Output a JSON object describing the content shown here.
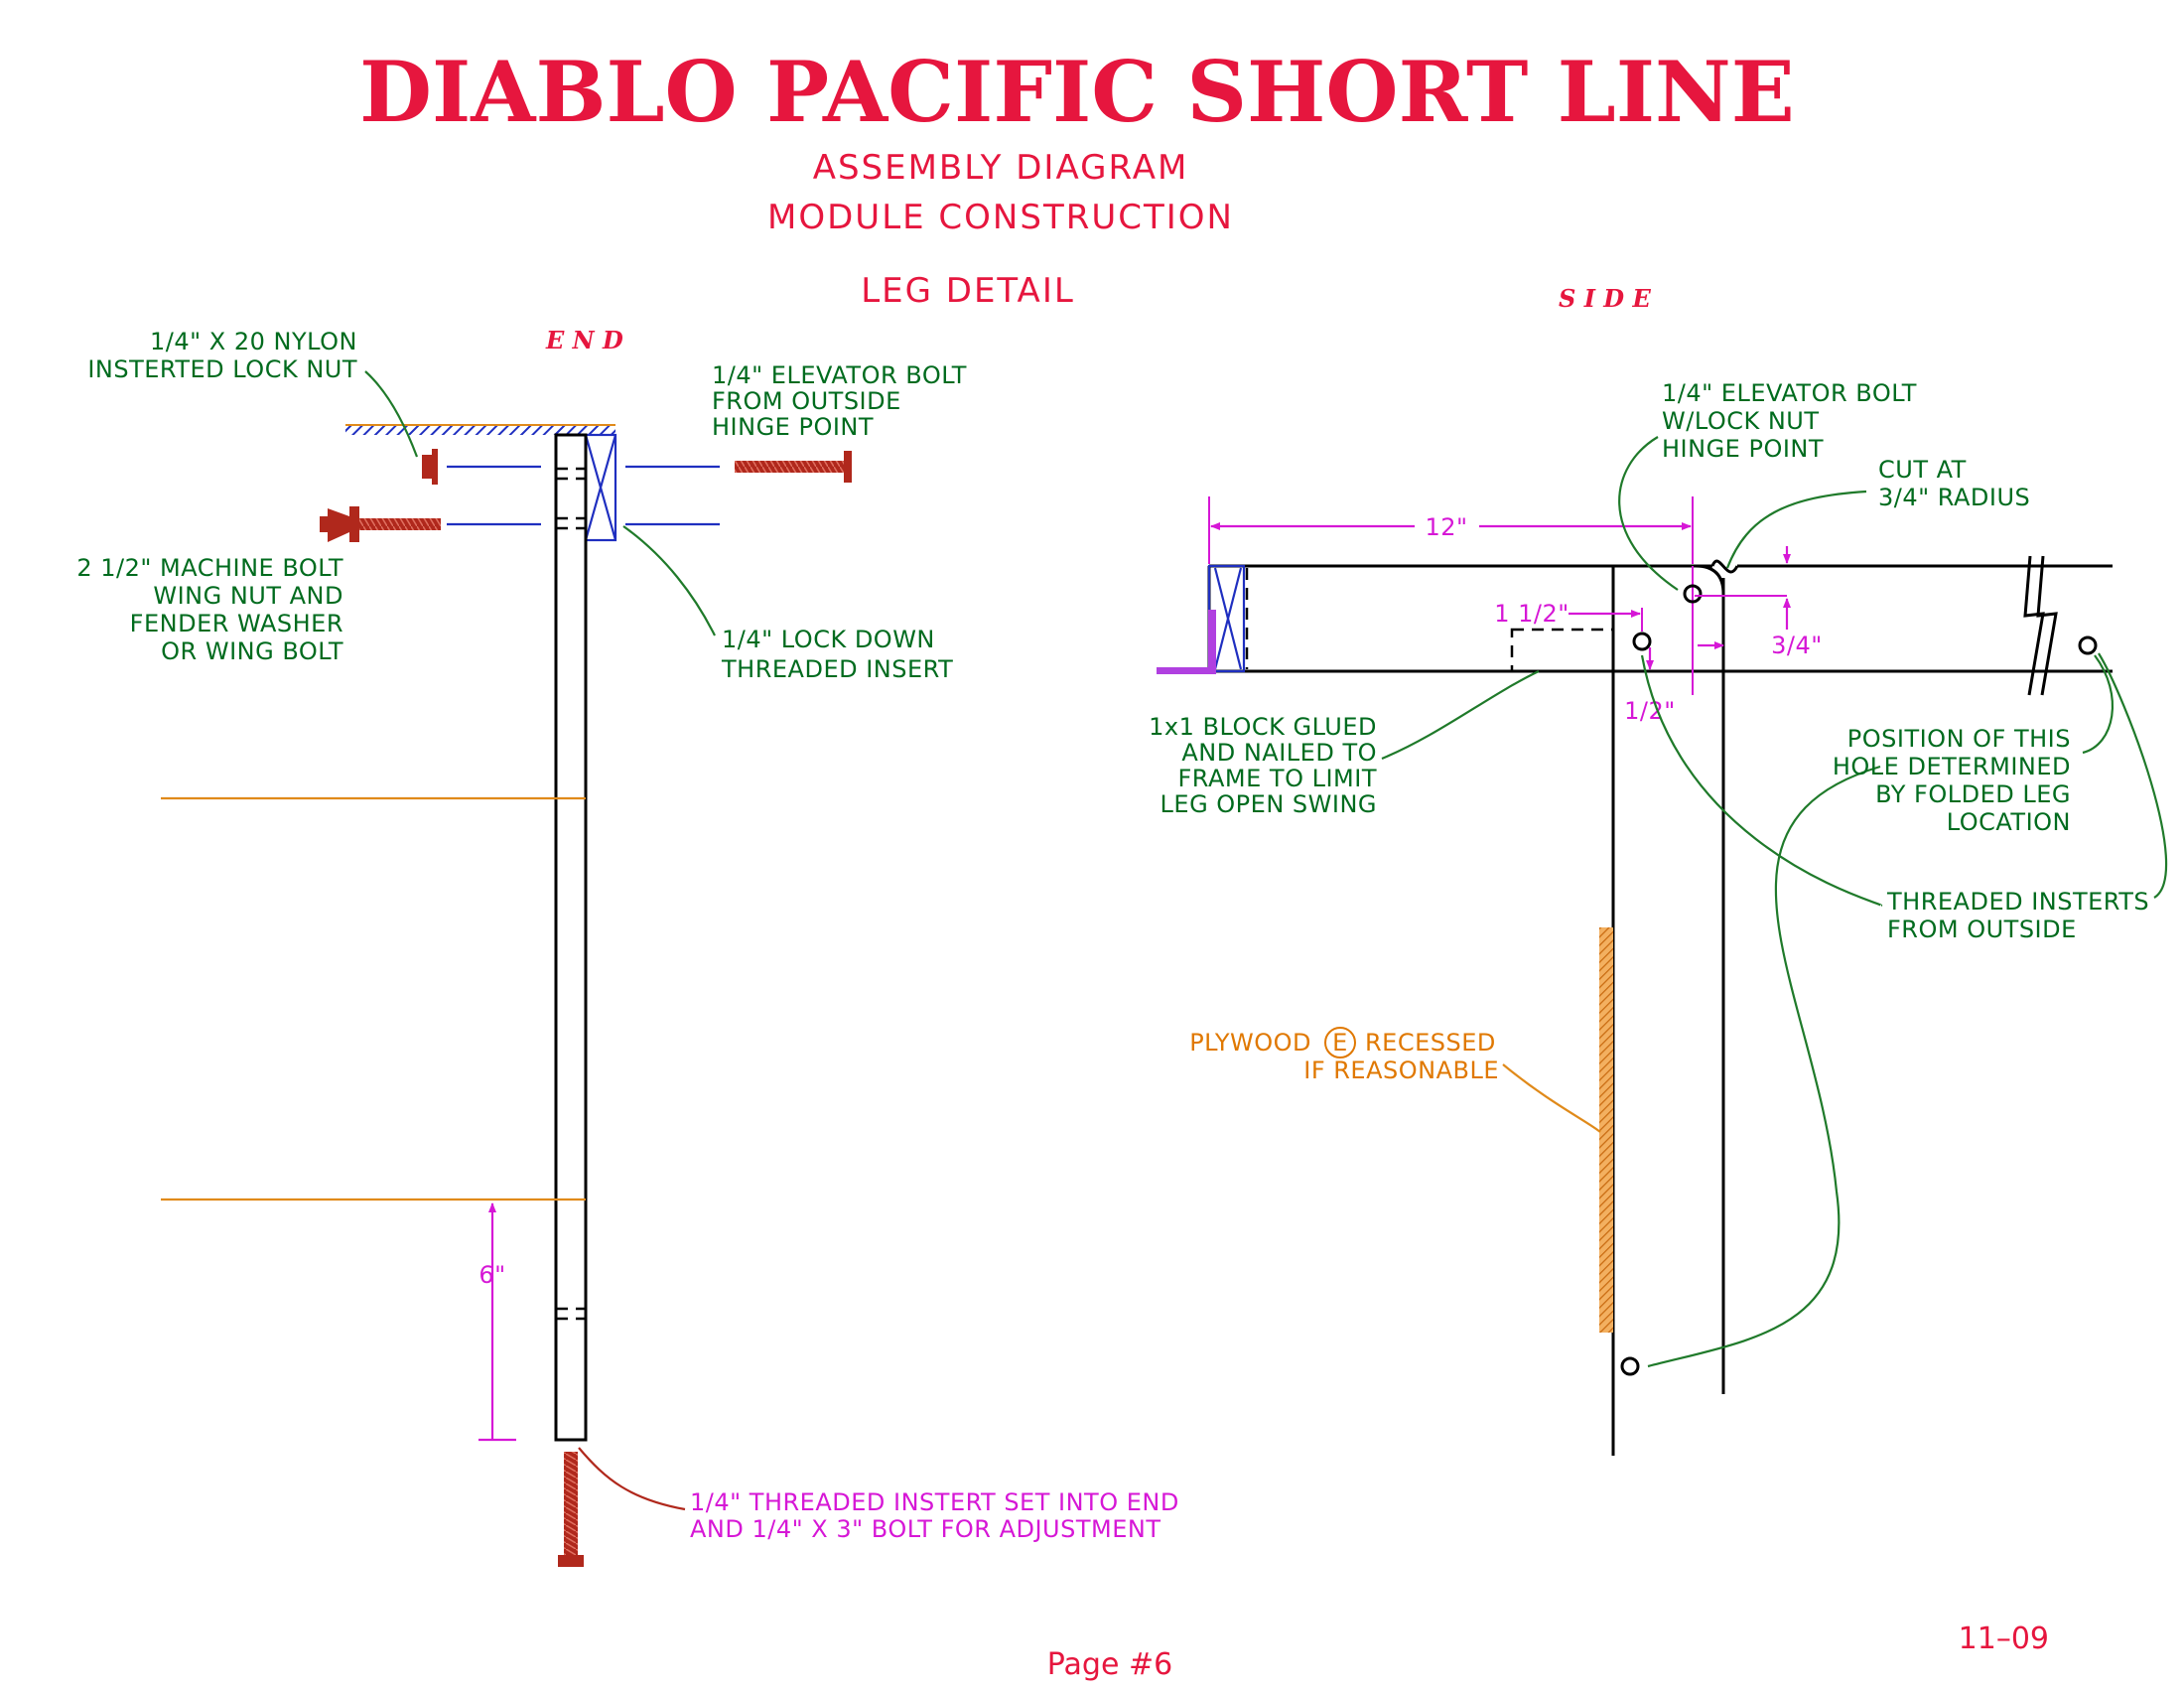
{
  "title": "DIABLO PACIFIC SHORT LINE",
  "subtitle1": "ASSEMBLY DIAGRAM",
  "subtitle2": "MODULE CONSTRUCTION",
  "subtitle3": "LEG DETAIL",
  "end_view": {
    "label": "E N D",
    "lock_nut_l1": "1/4\" X 20 NYLON",
    "lock_nut_l2": "INSTERTED LOCK NUT",
    "elev_bolt_l1": "1/4\" ELEVATOR BOLT",
    "elev_bolt_l2": "FROM OUTSIDE",
    "elev_bolt_l3": "HINGE POINT",
    "machine_bolt_l1": "2 1/2\" MACHINE BOLT",
    "machine_bolt_l2": "WING NUT AND",
    "machine_bolt_l3": "FENDER WASHER",
    "machine_bolt_l4": "OR WING BOLT",
    "lock_down_l1": "1/4\" LOCK DOWN",
    "lock_down_l2": "THREADED INSERT",
    "dim_6": "6\"",
    "adjust_l1": "1/4\" THREADED INSTERT SET INTO END",
    "adjust_l2": "AND 1/4\" X 3\" BOLT FOR ADJUSTMENT"
  },
  "side_view": {
    "label": "S I D E",
    "elev_bolt_l1": "1/4\" ELEVATOR BOLT",
    "elev_bolt_l2": "W/LOCK NUT",
    "elev_bolt_l3": "HINGE POINT",
    "cut_l1": "CUT AT",
    "cut_l2": "3/4\" RADIUS",
    "dim_12": "12\"",
    "dim_1_5": "1 1/2\"",
    "dim_0_75": "3/4\"",
    "dim_0_5": "1/2\"",
    "block_l1": "1x1 BLOCK GLUED",
    "block_l2": "AND NAILED TO",
    "block_l3": "FRAME TO LIMIT",
    "block_l4": "LEG OPEN SWING",
    "position_l1": "POSITION OF THIS",
    "position_l2": "HOLE DETERMINED",
    "position_l3": "BY FOLDED LEG",
    "position_l4": "LOCATION",
    "inserts_l1": "THREADED INSTERTS",
    "inserts_l2": "FROM OUTSIDE",
    "plywood_a": "PLYWOOD",
    "plywood_mark": "E",
    "plywood_b": "RECESSED",
    "plywood_l2": "IF REASONABLE"
  },
  "footer": {
    "page": "Page #6",
    "date": "11–09"
  },
  "colors": {
    "title": "#e6163e",
    "note": "#006b1e",
    "dimension": "#d617d6",
    "plywood": "#e07800",
    "bolt": "#b0281c",
    "bolt_line": "#1f2fc0"
  }
}
